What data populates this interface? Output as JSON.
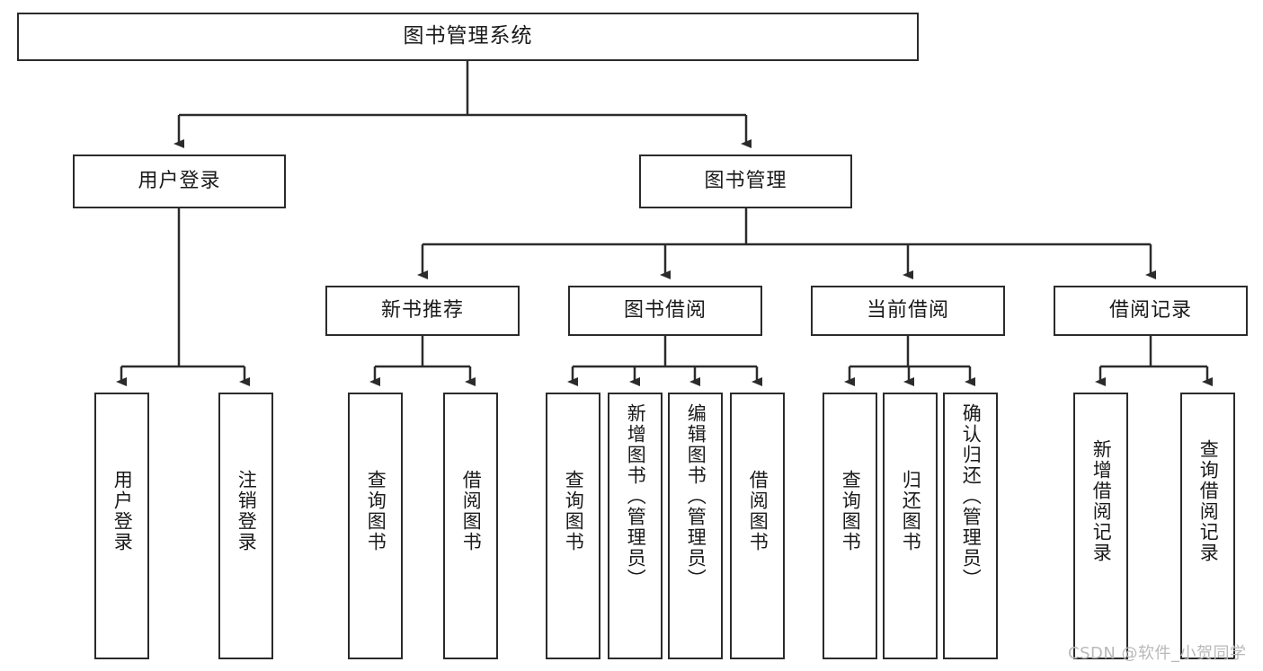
{
  "diagram": {
    "title": "图书管理系统",
    "type": "tree-hierarchy",
    "root": {
      "label": "图书管理系统"
    },
    "level2": [
      {
        "label": "用户登录"
      },
      {
        "label": "图书管理"
      }
    ],
    "level3": [
      {
        "label": "新书推荐"
      },
      {
        "label": "图书借阅"
      },
      {
        "label": "当前借阅"
      },
      {
        "label": "借阅记录"
      }
    ],
    "leaves": {
      "user_login": [
        {
          "label": "用户登录"
        },
        {
          "label": "注销登录"
        }
      ],
      "new_book_recommend": [
        {
          "label": "查询图书"
        },
        {
          "label": "借阅图书"
        }
      ],
      "book_borrow": [
        {
          "label": "查询图书"
        },
        {
          "label": "新增图书（管理员）"
        },
        {
          "label": "编辑图书（管理员）"
        },
        {
          "label": "借阅图书"
        }
      ],
      "current_borrow": [
        {
          "label": "查询图书"
        },
        {
          "label": "归还图书"
        },
        {
          "label": "确认归还（管理员）"
        }
      ],
      "borrow_record": [
        {
          "label": "新增借阅记录"
        },
        {
          "label": "查询借阅记录"
        }
      ]
    }
  },
  "watermark": {
    "text": "CSDN @软件_小贺同学"
  },
  "colors": {
    "background": "#ffffff",
    "box_border": "#2b2b2b",
    "box_fill": "#ffffff",
    "connector": "#2b2b2b",
    "text": "#1a1a1a",
    "watermark": "#b9b9b9"
  }
}
